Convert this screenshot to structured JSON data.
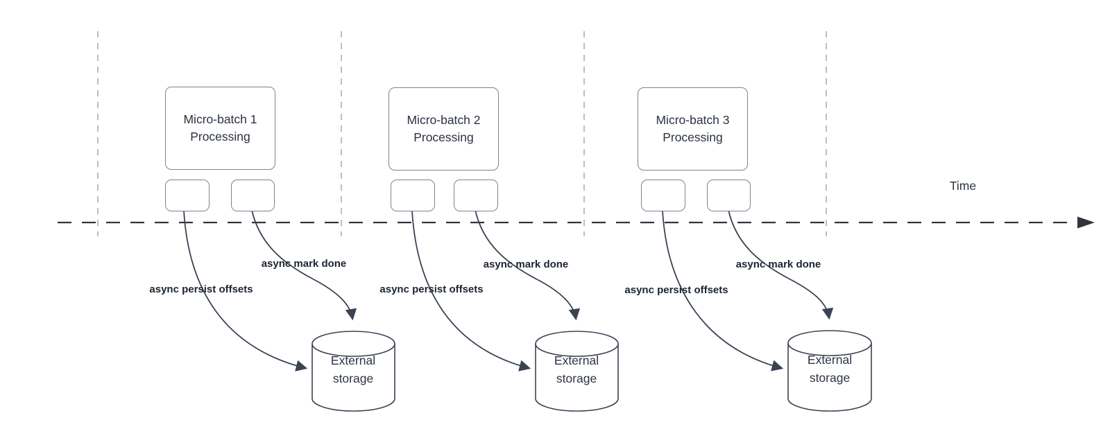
{
  "diagram_type": "micro-batch streaming timeline diagram",
  "time_axis": {
    "label": "Time"
  },
  "groups": [
    {
      "processing_box": {
        "line1": "Micro-batch 1",
        "line2": "Processing"
      },
      "persist_arrow_label": "async persist offsets",
      "done_arrow_label": "async mark done",
      "storage": {
        "line1": "External",
        "line2": "storage"
      }
    },
    {
      "processing_box": {
        "line1": "Micro-batch 2",
        "line2": "Processing"
      },
      "persist_arrow_label": "async persist offsets",
      "done_arrow_label": "async mark done",
      "storage": {
        "line1": "External",
        "line2": "storage"
      }
    },
    {
      "processing_box": {
        "line1": "Micro-batch 3",
        "line2": "Processing"
      },
      "persist_arrow_label": "async persist offsets",
      "done_arrow_label": "async mark done",
      "storage": {
        "line1": "External",
        "line2": "storage"
      }
    }
  ],
  "colors": {
    "curve_stroke": "#3b4252",
    "axis_dash": "#30353d",
    "guide_dash": "#b3b7bd",
    "box_border": "#7d828c",
    "text_dark": "#2d3442",
    "label_bold": "#1c2430",
    "background": "#ffffff"
  }
}
